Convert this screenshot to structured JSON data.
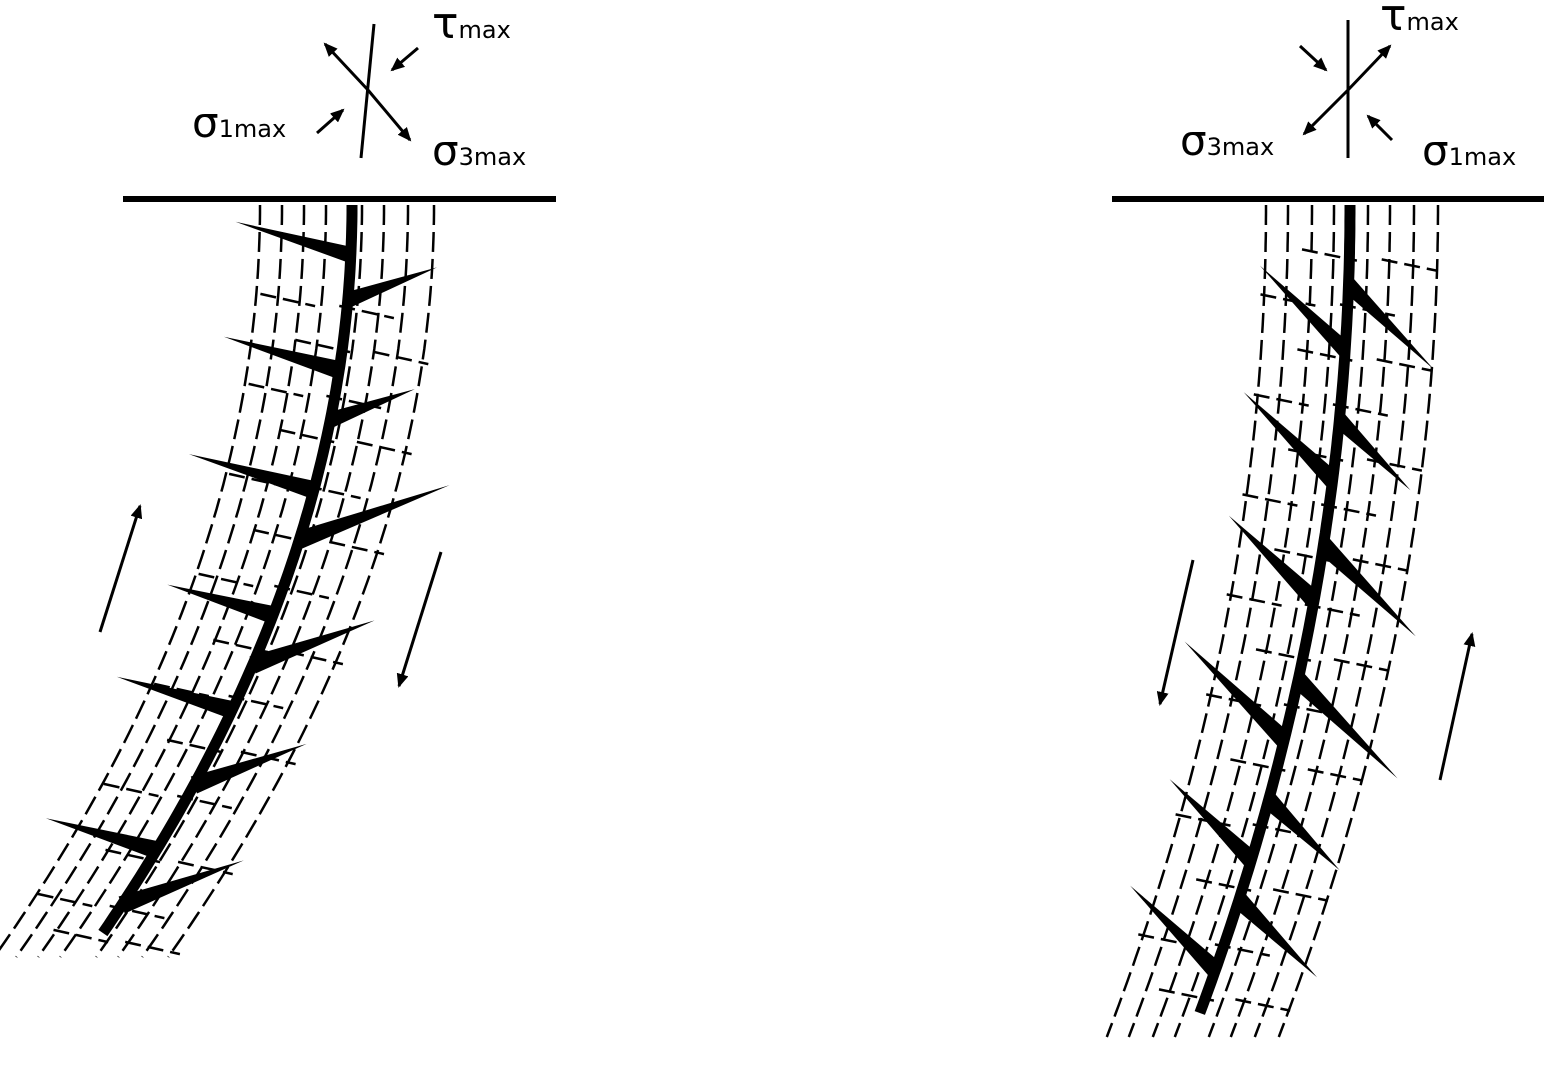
{
  "colors": {
    "ink": "#000000",
    "background": "#ffffff"
  },
  "panels": [
    {
      "id": "left",
      "mirror": false,
      "labels": {
        "tau": {
          "symbol": "τ",
          "subscript": "max"
        },
        "sigma1": {
          "symbol": "σ",
          "subscript": "1max"
        },
        "sigma3": {
          "symbol": "σ",
          "subscript": "3max"
        }
      }
    },
    {
      "id": "right",
      "mirror": true,
      "labels": {
        "tau": {
          "symbol": "τ",
          "subscript": "max"
        },
        "sigma1": {
          "symbol": "σ",
          "subscript": "1max"
        },
        "sigma3": {
          "symbol": "σ",
          "subscript": "3max"
        }
      }
    }
  ]
}
